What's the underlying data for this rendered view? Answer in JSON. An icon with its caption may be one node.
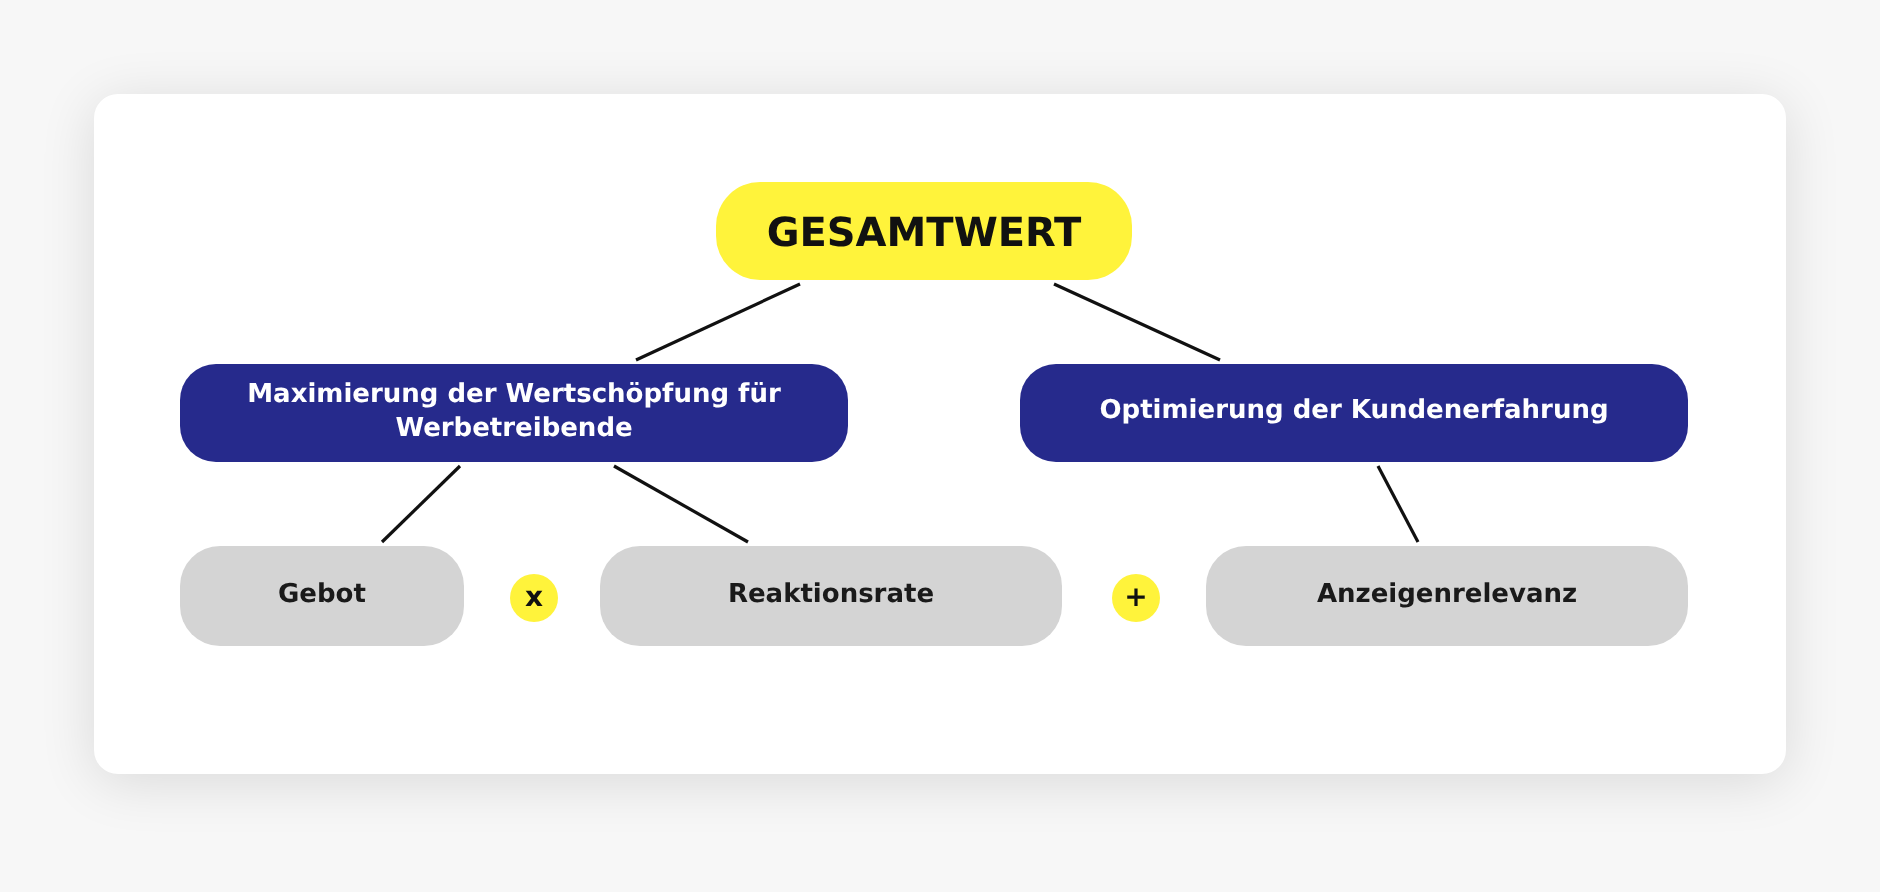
{
  "diagram": {
    "nodes": [
      {
        "text": [
          "GESAMTWERT"
        ]
      },
      {
        "text": [
          "Maximierung der Wertschöpfung für Werbetreibende"
        ]
      },
      {
        "text": [
          "Optimierung der Kundenerfahrung"
        ]
      },
      {
        "text": [
          "Gebot"
        ]
      },
      {
        "text": [
          "x"
        ]
      },
      {
        "text": [
          "Reaktionsrate"
        ]
      },
      {
        "text": [
          "+"
        ]
      },
      {
        "text": [
          "Anzeigenrelevanz"
        ]
      }
    ],
    "edges": [
      {
        "from": 0,
        "to": 1,
        "arrow": "none"
      },
      {
        "from": 0,
        "to": 2,
        "arrow": "none"
      },
      {
        "from": 1,
        "to": 3,
        "arrow": "none"
      },
      {
        "from": 1,
        "to": 5,
        "arrow": "none"
      },
      {
        "from": 2,
        "to": 7,
        "arrow": "none"
      }
    ]
  }
}
